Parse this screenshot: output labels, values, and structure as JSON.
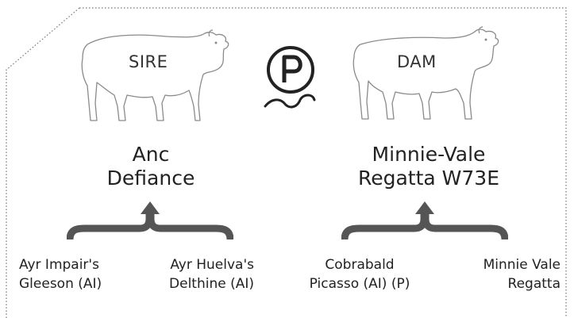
{
  "sire": {
    "label": "SIRE",
    "name_line1": "Anc",
    "name_line2": "Defiance",
    "parents": [
      {
        "line1": "Ayr Impair's",
        "line2": "Gleeson (AI)"
      },
      {
        "line1": "Ayr Huelva's",
        "line2": "Delthine (AI)"
      }
    ]
  },
  "dam": {
    "label": "DAM",
    "name_line1": "Minnie-Vale",
    "name_line2": "Regatta W73E",
    "parents": [
      {
        "line1": "Cobrabald",
        "line2": "Picasso (AI) (P)"
      },
      {
        "line1": "Minnie Vale",
        "line2": "Regatta"
      }
    ]
  },
  "poll_badge": {
    "letter": "P",
    "icon": "polled-icon"
  },
  "colors": {
    "arrow": "#555555",
    "outline": "#8a8a8a",
    "border": "#777777"
  }
}
